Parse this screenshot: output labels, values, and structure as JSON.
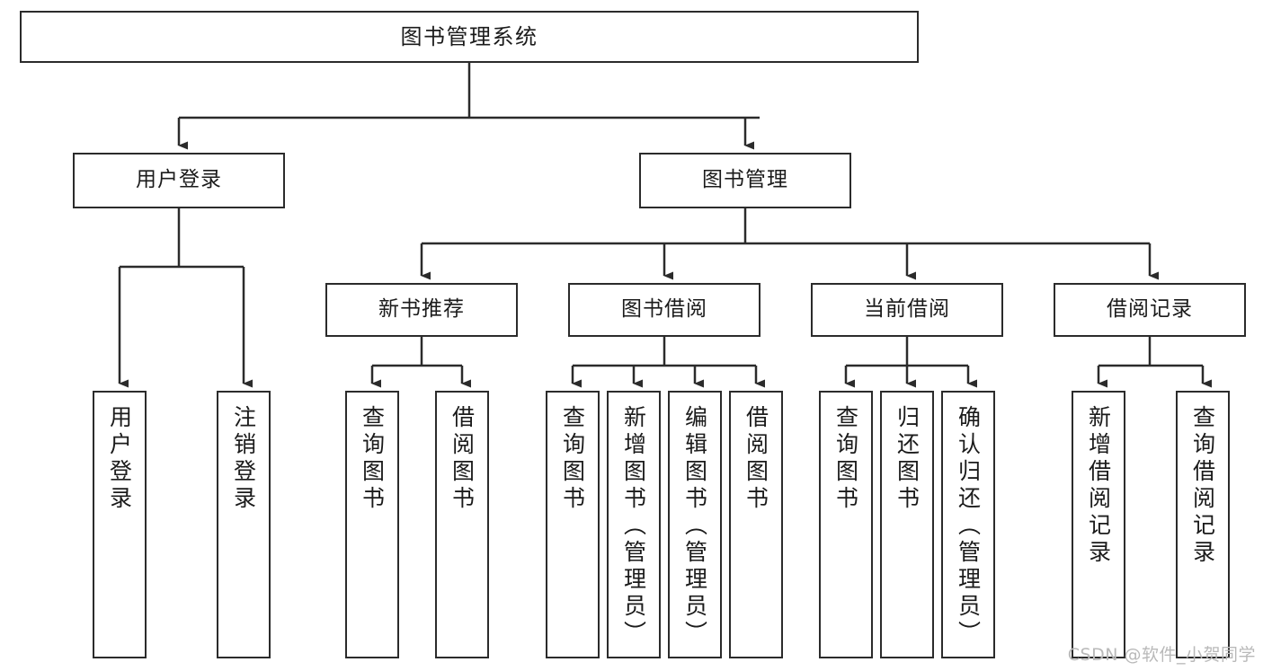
{
  "diagram": {
    "title": "图书管理系统",
    "type": "hierarchy-tree",
    "orientation": "top-down",
    "levels": 4,
    "box_border_color": "#2b2b2b",
    "box_fill_color": "#ffffff",
    "connector_color": "#2b2b2b",
    "background_color": "#ffffff"
  },
  "watermark": {
    "text": "CSDN @软件_小贺同学",
    "color": "#b9b9b9"
  },
  "nodes": {
    "root": {
      "label": "图书管理系统"
    },
    "level1": [
      {
        "label": "用户登录"
      },
      {
        "label": "图书管理"
      }
    ],
    "level2": [
      {
        "label": "新书推荐"
      },
      {
        "label": "图书借阅"
      },
      {
        "label": "当前借阅"
      },
      {
        "label": "借阅记录"
      }
    ],
    "leaves": {
      "user_login": [
        {
          "label": "用户登录"
        },
        {
          "label": "注销登录"
        }
      ],
      "new_book_recommend": [
        {
          "label": "查询图书"
        },
        {
          "label": "借阅图书"
        }
      ],
      "book_borrow": [
        {
          "label": "查询图书"
        },
        {
          "label": "新增图书（管理员）"
        },
        {
          "label": "编辑图书（管理员）"
        },
        {
          "label": "借阅图书"
        }
      ],
      "current_borrow": [
        {
          "label": "查询图书"
        },
        {
          "label": "归还图书"
        },
        {
          "label": "确认归还（管理员）"
        }
      ],
      "borrow_record": [
        {
          "label": "新增借阅记录"
        },
        {
          "label": "查询借阅记录"
        }
      ]
    }
  }
}
